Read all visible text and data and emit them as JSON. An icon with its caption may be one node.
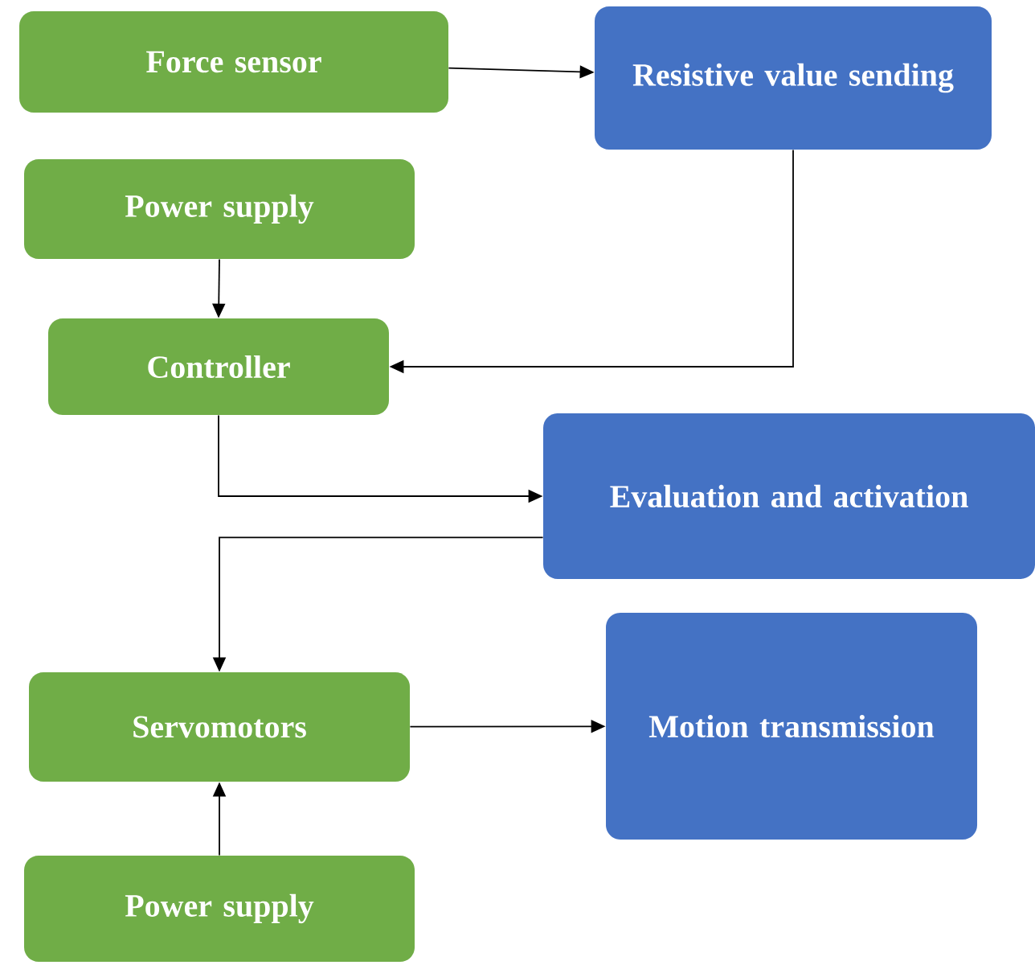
{
  "diagram": {
    "nodes": [
      {
        "text": [
          "Force sensor"
        ]
      },
      {
        "text": [
          "Resistive value sending"
        ]
      },
      {
        "text": [
          "Power supply"
        ]
      },
      {
        "text": [
          "Controller"
        ]
      },
      {
        "text": [
          "Evaluation and activation"
        ]
      },
      {
        "text": [
          "Servomotors"
        ]
      },
      {
        "text": [
          "Motion transmission"
        ]
      },
      {
        "text": [
          "Power supply"
        ]
      }
    ],
    "edges": [
      {
        "from": 0,
        "to": 1,
        "arrow": "to"
      },
      {
        "from": 1,
        "to": 3,
        "arrow": "to"
      },
      {
        "from": 2,
        "to": 3,
        "arrow": "to"
      },
      {
        "from": 3,
        "to": 4,
        "arrow": "to"
      },
      {
        "from": 4,
        "to": 5,
        "arrow": "to"
      },
      {
        "from": 5,
        "to": 6,
        "arrow": "to"
      },
      {
        "from": 7,
        "to": 5,
        "arrow": "to"
      }
    ]
  }
}
